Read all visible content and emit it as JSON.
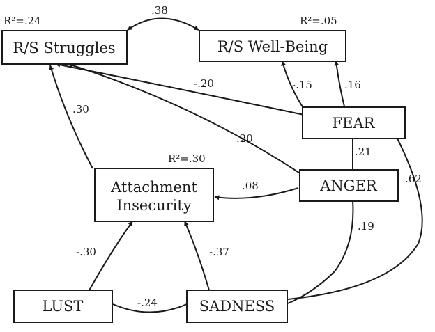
{
  "nodes": {
    "rs_struggles": {
      "label": "R/S Struggles",
      "r2": "R²=.24"
    },
    "rs_wellbeing": {
      "label": "R/S Well-Being",
      "r2": "R²=.05"
    },
    "fear": {
      "label": "FEAR"
    },
    "anger": {
      "label": "ANGER"
    },
    "attachment": {
      "label_line1": "Attachment",
      "label_line2": "Insecurity",
      "r2": "R²=.30"
    },
    "lust": {
      "label": "LUST"
    },
    "sadness": {
      "label": "SADNESS"
    }
  },
  "paths": {
    "struggles_wellbeing": ".38",
    "fear_struggles": "-.20",
    "fear_wellbeing_a": "-.15",
    "fear_wellbeing_b": ".16",
    "anger_struggles": ".20",
    "attachment_struggles": ".30",
    "anger_attachment": ".08",
    "fear_anger": ".21",
    "fear_sadness": ".62",
    "anger_sadness": ".19",
    "lust_attachment": "-.30",
    "sadness_attachment": "-.37",
    "lust_sadness": "-.24"
  }
}
